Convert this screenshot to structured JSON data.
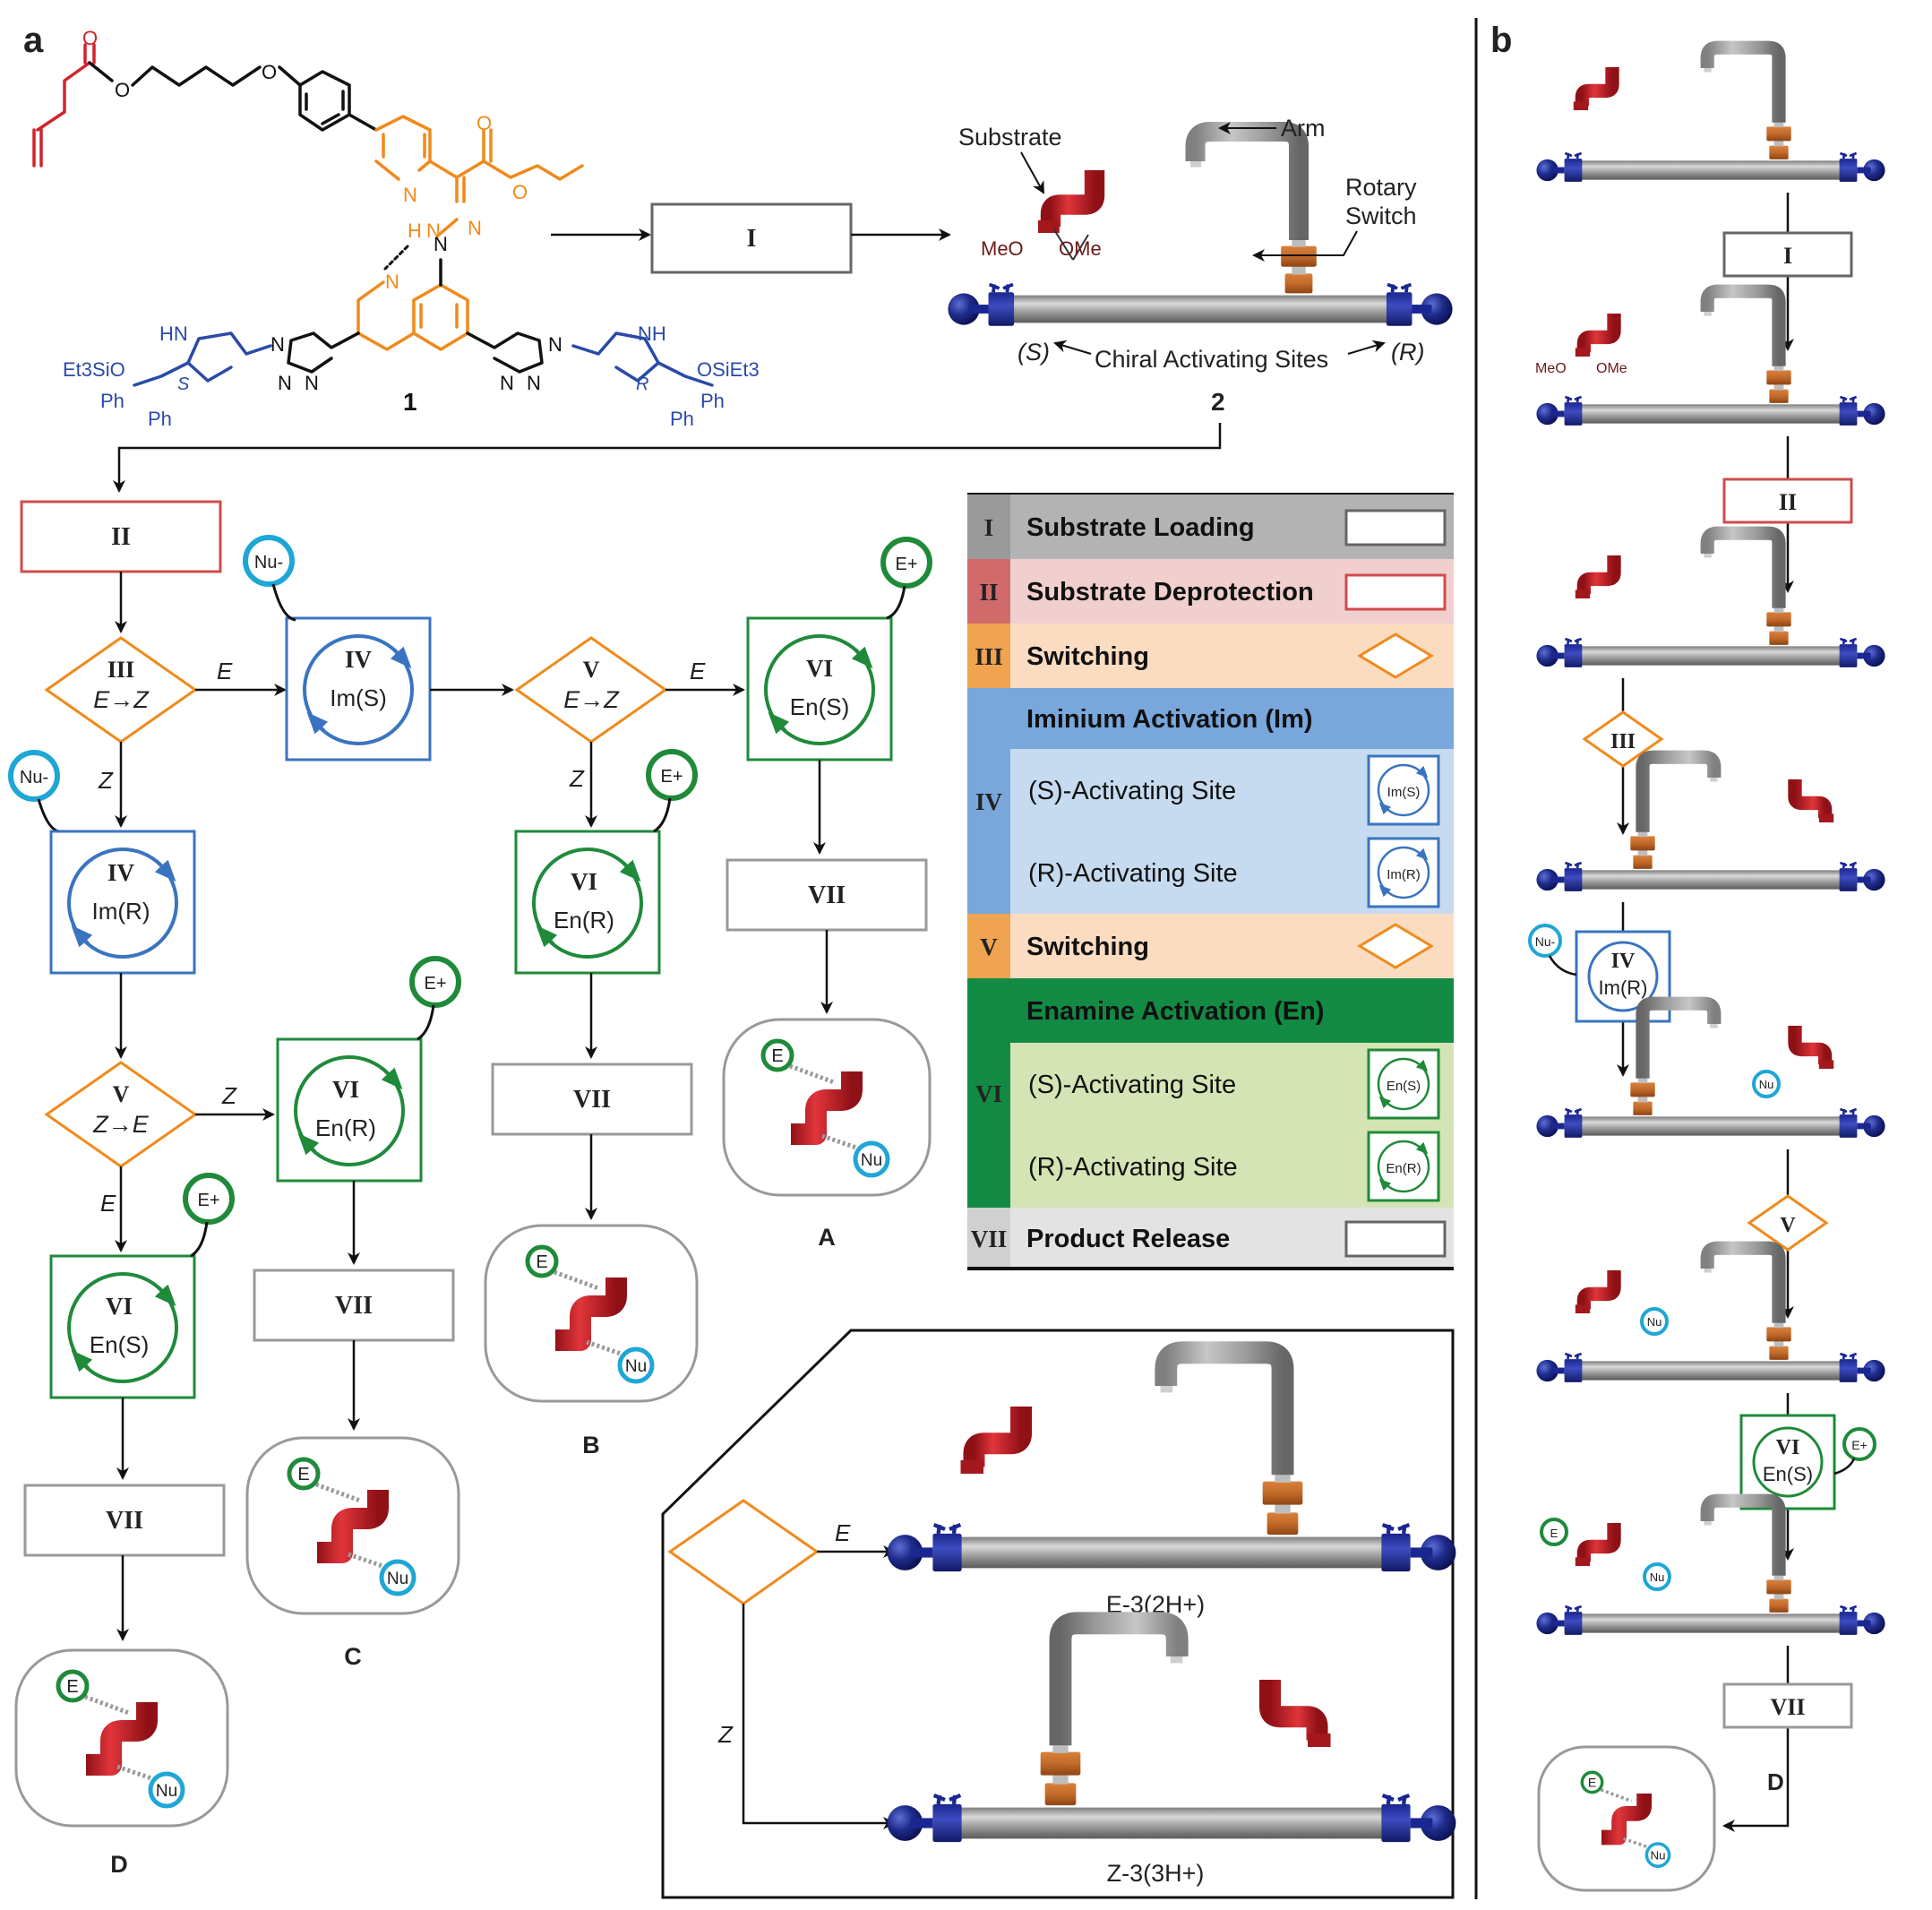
{
  "panel_labels": {
    "a": "a",
    "b": "b"
  },
  "molecule": {
    "compound_number": "1",
    "groups": {
      "et3sio": "Et3SiO",
      "osiet3": "OSiEt3",
      "ph1": "Ph",
      "ph2": "Ph",
      "ph3": "Ph",
      "ph4": "Ph",
      "hn_left": "HN",
      "nh_right": "NH",
      "stereo_s": "S",
      "stereo_r": "R",
      "hydrazone_h": "H",
      "atom_o": "O",
      "atom_n": "N"
    }
  },
  "robot_labels": {
    "compound_number": "2",
    "substrate": "Substrate",
    "arm": "Arm",
    "rotary_switch_line1": "Rotary",
    "rotary_switch_line2": "Switch",
    "chiral_sites": "Chiral Activating Sites",
    "site_s": "(S)",
    "site_r": "(R)",
    "meo": "MeO",
    "ome": "OMe"
  },
  "steps": {
    "I": "I",
    "II": "II",
    "III": "III",
    "IV": "IV",
    "V": "V",
    "VI": "VI",
    "VII": "VII"
  },
  "flow": {
    "e_to_z": "E→Z",
    "z_to_e": "Z→E",
    "branch_e": "E",
    "branch_z": "Z",
    "im_s": "Im(S)",
    "im_r": "Im(R)",
    "en_s": "En(S)",
    "en_r": "En(R)",
    "nu": "Nu-",
    "e_plus": "E+",
    "nu_short": "Nu",
    "e_short": "E"
  },
  "products": {
    "A": "A",
    "B": "B",
    "C": "C",
    "D": "D"
  },
  "legend": [
    {
      "num": "I",
      "text": "Substrate Loading",
      "bg": "#b3b3b3",
      "numbg": "#9a9a9a",
      "symbol": "rect-gray"
    },
    {
      "num": "II",
      "text": "Substrate Deprotection",
      "bg": "#f1cfcf",
      "numbg": "#d16b6b",
      "symbol": "rect-red"
    },
    {
      "num": "III",
      "text": "Switching",
      "bg": "#fbdcc0",
      "numbg": "#f0a350",
      "symbol": "diamond"
    },
    {
      "num": "IV",
      "text": "Iminium Activation (Im)",
      "bg": "#79a7dc",
      "numbg": "#79a7dc",
      "symbol": "none"
    },
    {
      "num": "",
      "text": "(S)-Activating Site",
      "bg": "#c6dbf0",
      "numbg": "#79a7dc",
      "symbol": "im-s"
    },
    {
      "num": "",
      "text": "(R)-Activating Site",
      "bg": "#c6dbf0",
      "numbg": "#79a7dc",
      "symbol": "im-r"
    },
    {
      "num": "V",
      "text": "Switching",
      "bg": "#fbdcc0",
      "numbg": "#f0a350",
      "symbol": "diamond"
    },
    {
      "num": "VI",
      "text": "Enamine Activation (En)",
      "bg": "#138a43",
      "numbg": "#138a43",
      "symbol": "none"
    },
    {
      "num": "",
      "text": "(S)-Activating Site",
      "bg": "#d4e4b4",
      "numbg": "#138a43",
      "symbol": "en-s"
    },
    {
      "num": "",
      "text": "(R)-Activating Site",
      "bg": "#d4e4b4",
      "numbg": "#138a43",
      "symbol": "en-r"
    },
    {
      "num": "VII",
      "text": "Product Release",
      "bg": "#e3e3e3",
      "numbg": "#d0d0d0",
      "symbol": "rect-gray"
    }
  ],
  "inset": {
    "branch_e": "E",
    "branch_z": "Z",
    "e3_label": "E-3(2H+)",
    "z3_label": "Z-3(3H+)"
  },
  "colors": {
    "substrate_red": "#c4242a",
    "switch_orange": "#f08a1c",
    "im_blue": "#3a74c0",
    "en_green": "#1f8a3a",
    "nu_cyan": "#1ea6d6",
    "rod_gray": "#a8a8a8",
    "site_navy": "#202d8f",
    "orange_bar": "#c26a2a"
  }
}
